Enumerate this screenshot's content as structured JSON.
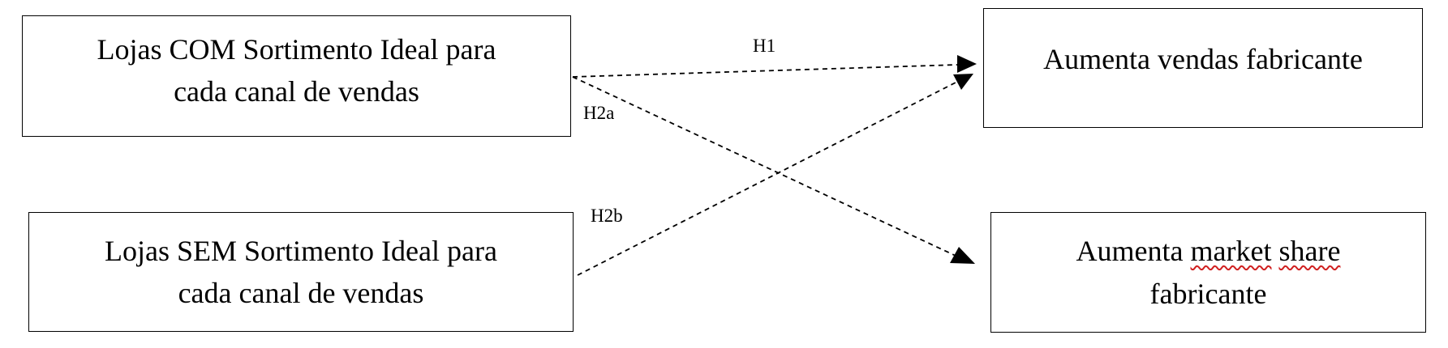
{
  "nodes": {
    "com_stores": {
      "lines": [
        "Lojas COM Sortimento Ideal para",
        "cada canal de vendas"
      ]
    },
    "sem_stores": {
      "lines": [
        "Lojas SEM Sortimento Ideal para",
        "cada canal de vendas"
      ]
    },
    "sales": {
      "lines": [
        "Aumenta vendas fabricante"
      ]
    },
    "share": {
      "prefix": "Aumenta ",
      "word1": "market",
      "space": " ",
      "word2": "share",
      "line2": "fabricante"
    }
  },
  "edges": {
    "h1": {
      "label": "H1",
      "from": "com_stores",
      "to": "sales",
      "style": "dashed"
    },
    "h2a": {
      "label": "H2a",
      "from": "com_stores",
      "to": "share",
      "style": "dashed"
    },
    "h2b": {
      "label": "H2b",
      "from": "sem_stores",
      "to": "sales",
      "style": "dashed"
    }
  },
  "colors": {
    "line": "#000000",
    "spellcheck_underline": "#d02020"
  }
}
